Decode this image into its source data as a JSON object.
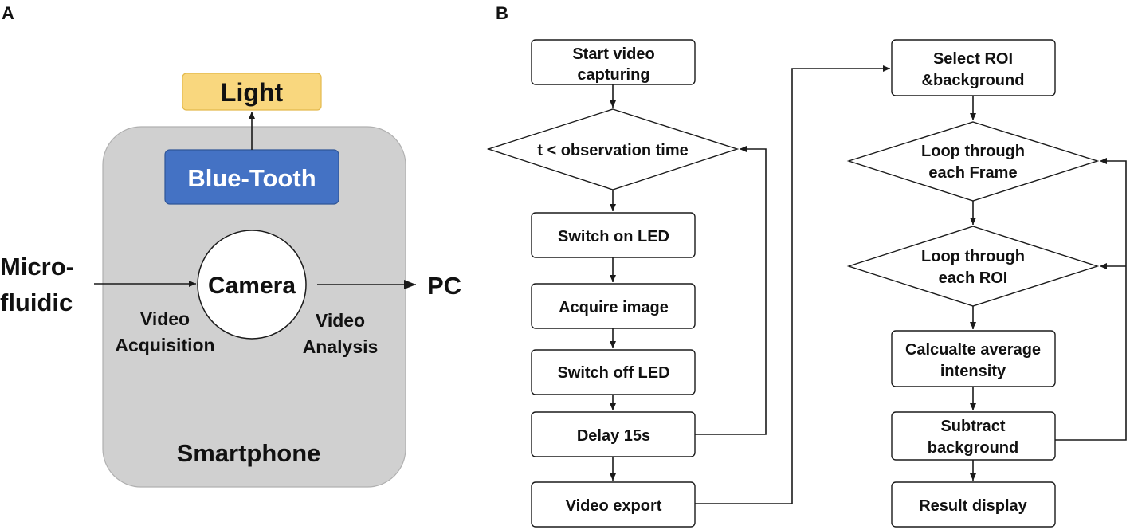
{
  "panel_a": {
    "label": "A",
    "light": "Light",
    "bluetooth": "Blue-Tooth",
    "camera": "Camera",
    "smartphone": "Smartphone",
    "input_line1": "Micro-",
    "input_line2": "fluidic",
    "output": "PC",
    "acq_line1": "Video",
    "acq_line2": "Acquisition",
    "ana_line1": "Video",
    "ana_line2": "Analysis",
    "colors": {
      "light_fill": "#f9d77e",
      "bluetooth_fill": "#4472c4",
      "phone_fill": "#d0d0d0"
    }
  },
  "panel_b": {
    "label": "B",
    "left": {
      "start_l1": "Start video",
      "start_l2": "capturing",
      "condition": "t < observation time",
      "led_on": "Switch on LED",
      "acquire": "Acquire image",
      "led_off": "Switch off LED",
      "delay": "Delay 15s",
      "export": "Video export"
    },
    "right": {
      "roi_l1": "Select ROI",
      "roi_l2": "&background",
      "frame_l1": "Loop through",
      "frame_l2": "each Frame",
      "loop_roi_l1": "Loop through",
      "loop_roi_l2": "each ROI",
      "calc_l1": "Calcualte average",
      "calc_l2": "intensity",
      "sub_l1": "Subtract",
      "sub_l2": "background",
      "result": "Result display"
    }
  }
}
